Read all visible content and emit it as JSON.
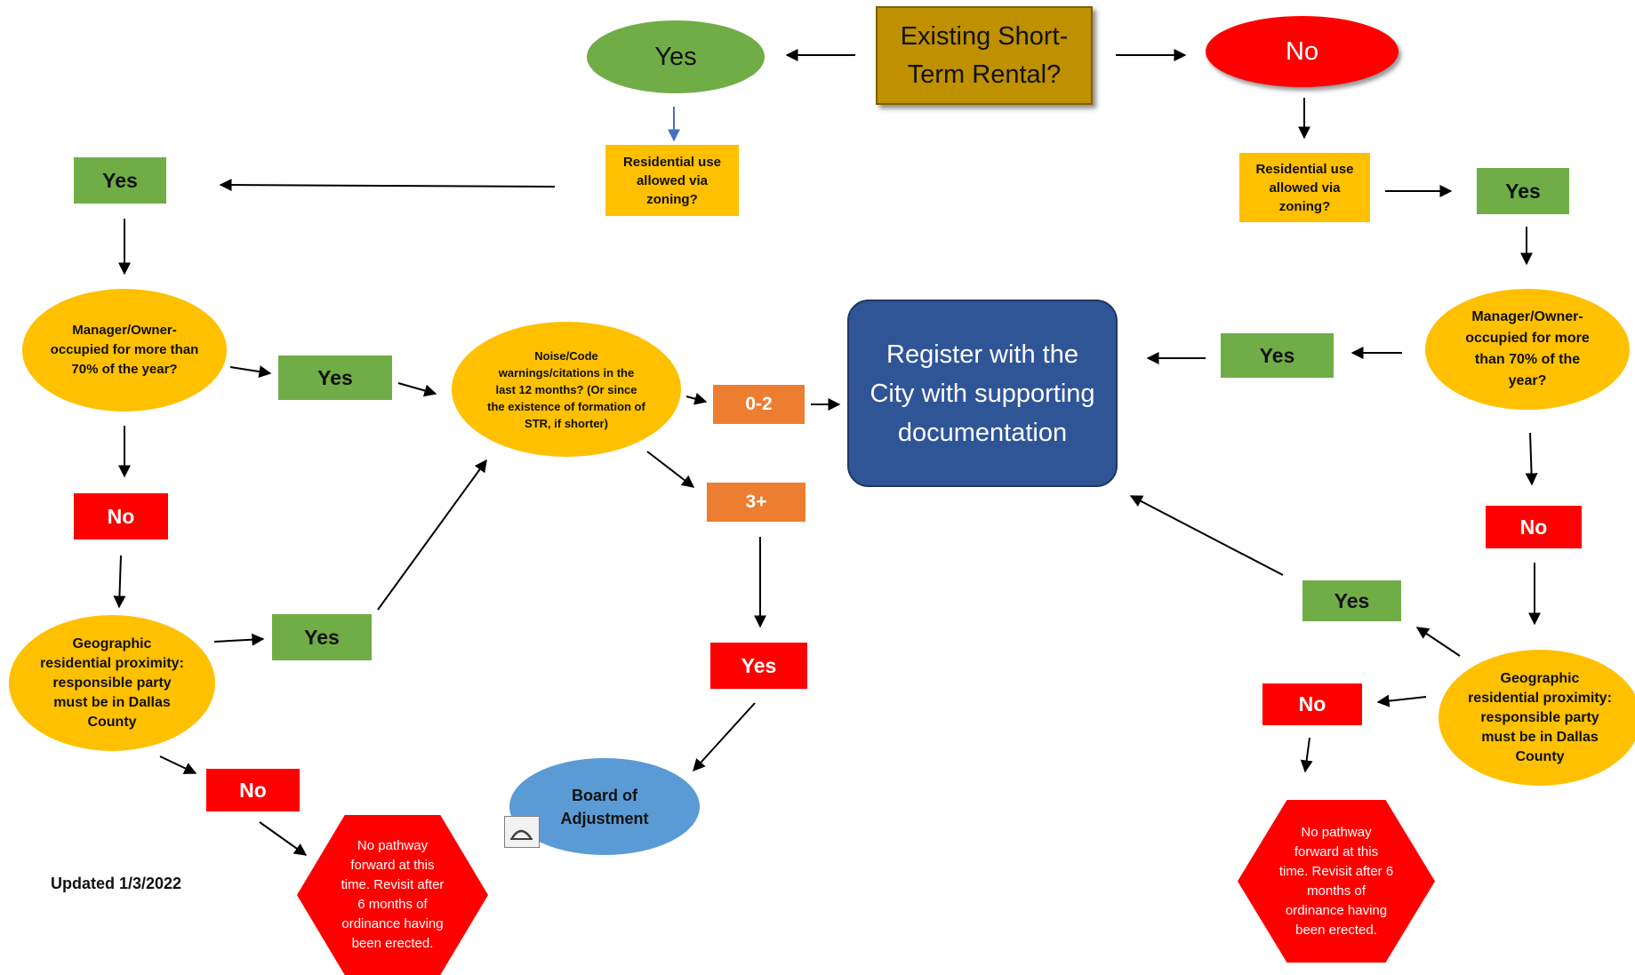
{
  "diagram": {
    "start": "Existing Short-Term Rental?",
    "top_yes": "Yes",
    "top_no": "No",
    "left_zoning_q": "Residential use allowed via zoning?",
    "right_zoning_q": "Residential use allowed via zoning?",
    "left_zoning_yes": "Yes",
    "right_zoning_yes": "Yes",
    "left_owner_q": "Manager/Owner-occupied for more than 70% of the year?",
    "right_owner_q": "Manager/Owner-occupied for more than 70% of the year?",
    "left_owner_yes": "Yes",
    "right_owner_yes": "Yes",
    "left_owner_no": "No",
    "right_owner_no": "No",
    "left_geo_q": "Geographic residential proximity: responsible party must be in Dallas County",
    "right_geo_q": "Geographic residential proximity: responsible party must be in Dallas County",
    "left_geo_yes": "Yes",
    "right_geo_yes": "Yes",
    "left_geo_no": "No",
    "right_geo_no": "No",
    "noise_q": "Noise/Code warnings/citations in the last 12 months? (Or since the existence of formation of STR, if shorter)",
    "count_low": "0-2",
    "count_high": "3+",
    "high_yes": "Yes",
    "register": "Register with the City with supporting documentation",
    "board": "Board of Adjustment",
    "left_dead_end": "No pathway forward at this time. Revisit after 6 months of ordinance having been erected.",
    "right_dead_end": "No pathway forward at this time. Revisit after 6 months of ordinance having been erected.",
    "updated": "Updated 1/3/2022"
  },
  "colors": {
    "green": "#70ad47",
    "red": "#ff0000",
    "yellow": "#ffc000",
    "orange": "#ed7d31",
    "gold": "#bf9000",
    "blue_dark": "#2f5597",
    "blue_light": "#5b9bd5"
  }
}
